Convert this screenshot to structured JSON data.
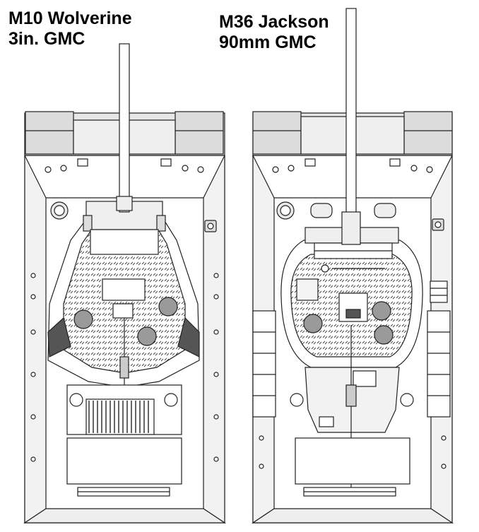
{
  "vehicles": [
    {
      "name": "M10 Wolverine",
      "gun": "3in. GMC"
    },
    {
      "name": "M36 Jackson",
      "gun": "90mm GMC"
    }
  ],
  "colors": {
    "line": "#222222",
    "hull": "#ffffff",
    "shade": "#d9d9d9",
    "dark": "#8a8a8a",
    "turret_floor": "#cfcfcf",
    "ammo": "#9a9a9a"
  }
}
